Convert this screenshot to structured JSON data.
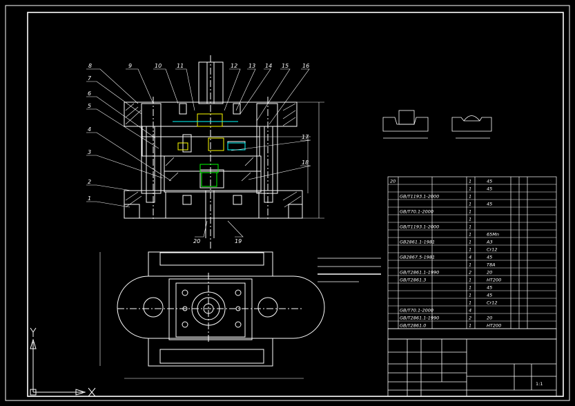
{
  "drawing": {
    "background": "#000000",
    "line_color": "#ffffff",
    "accent_yellow": "#ffff00",
    "accent_cyan": "#00ffff",
    "accent_green": "#00ff00"
  },
  "leaders_top": [
    {
      "n": "8"
    },
    {
      "n": "9"
    },
    {
      "n": "10"
    },
    {
      "n": "11"
    },
    {
      "n": "12"
    },
    {
      "n": "13"
    },
    {
      "n": "14"
    },
    {
      "n": "15"
    },
    {
      "n": "16"
    }
  ],
  "leaders_left": [
    {
      "n": "7"
    },
    {
      "n": "6"
    },
    {
      "n": "5"
    },
    {
      "n": "4"
    },
    {
      "n": "3"
    },
    {
      "n": "2"
    },
    {
      "n": "1"
    }
  ],
  "leaders_right": [
    {
      "n": "17"
    },
    {
      "n": "18"
    }
  ],
  "leaders_bottom": [
    {
      "n": "20"
    },
    {
      "n": "19"
    }
  ],
  "parts_list": {
    "rows": [
      {
        "no": "20",
        "code": "",
        "name": "",
        "qty": "1",
        "material": "45"
      },
      {
        "no": "",
        "code": "",
        "name": "",
        "qty": "1",
        "material": "45"
      },
      {
        "no": "",
        "code": "GB/T1193.1-2000",
        "name": "",
        "qty": "1",
        "material": ""
      },
      {
        "no": "",
        "code": "",
        "name": "",
        "qty": "1",
        "material": "45"
      },
      {
        "no": "",
        "code": "GB/T70.1-2000",
        "name": "",
        "qty": "1",
        "material": ""
      },
      {
        "no": "",
        "code": "",
        "name": "",
        "qty": "1",
        "material": ""
      },
      {
        "no": "",
        "code": "GB/T1193.1-2000",
        "name": "",
        "qty": "1",
        "material": ""
      },
      {
        "no": "",
        "code": "",
        "name": "",
        "qty": "1",
        "material": "65Mn"
      },
      {
        "no": "",
        "code": "GB2861.1-1981",
        "name": "",
        "qty": "1",
        "material": "A3"
      },
      {
        "no": "",
        "code": "",
        "name": "",
        "qty": "1",
        "material": "Cr12"
      },
      {
        "no": "",
        "code": "GB2867.5-1981",
        "name": "",
        "qty": "4",
        "material": "45"
      },
      {
        "no": "",
        "code": "",
        "name": "",
        "qty": "1",
        "material": "T8A"
      },
      {
        "no": "",
        "code": "GB/T2861.1-1990",
        "name": "",
        "qty": "2",
        "material": "20"
      },
      {
        "no": "",
        "code": "GB/T2861.3",
        "name": "",
        "qty": "1",
        "material": "HT200"
      },
      {
        "no": "",
        "code": "",
        "name": "",
        "qty": "1",
        "material": "45"
      },
      {
        "no": "",
        "code": "",
        "name": "",
        "qty": "1",
        "material": "45"
      },
      {
        "no": "",
        "code": "",
        "name": "",
        "qty": "1",
        "material": "Cr12"
      },
      {
        "no": "",
        "code": "GB/T70.1-2000",
        "name": "",
        "qty": "4",
        "material": ""
      },
      {
        "no": "",
        "code": "GB/T2861.1-1990",
        "name": "",
        "qty": "2",
        "material": "20"
      },
      {
        "no": "",
        "code": "GB/T2861.0",
        "name": "",
        "qty": "1",
        "material": "HT200"
      }
    ]
  },
  "title_block": {
    "scale": "1:1"
  }
}
